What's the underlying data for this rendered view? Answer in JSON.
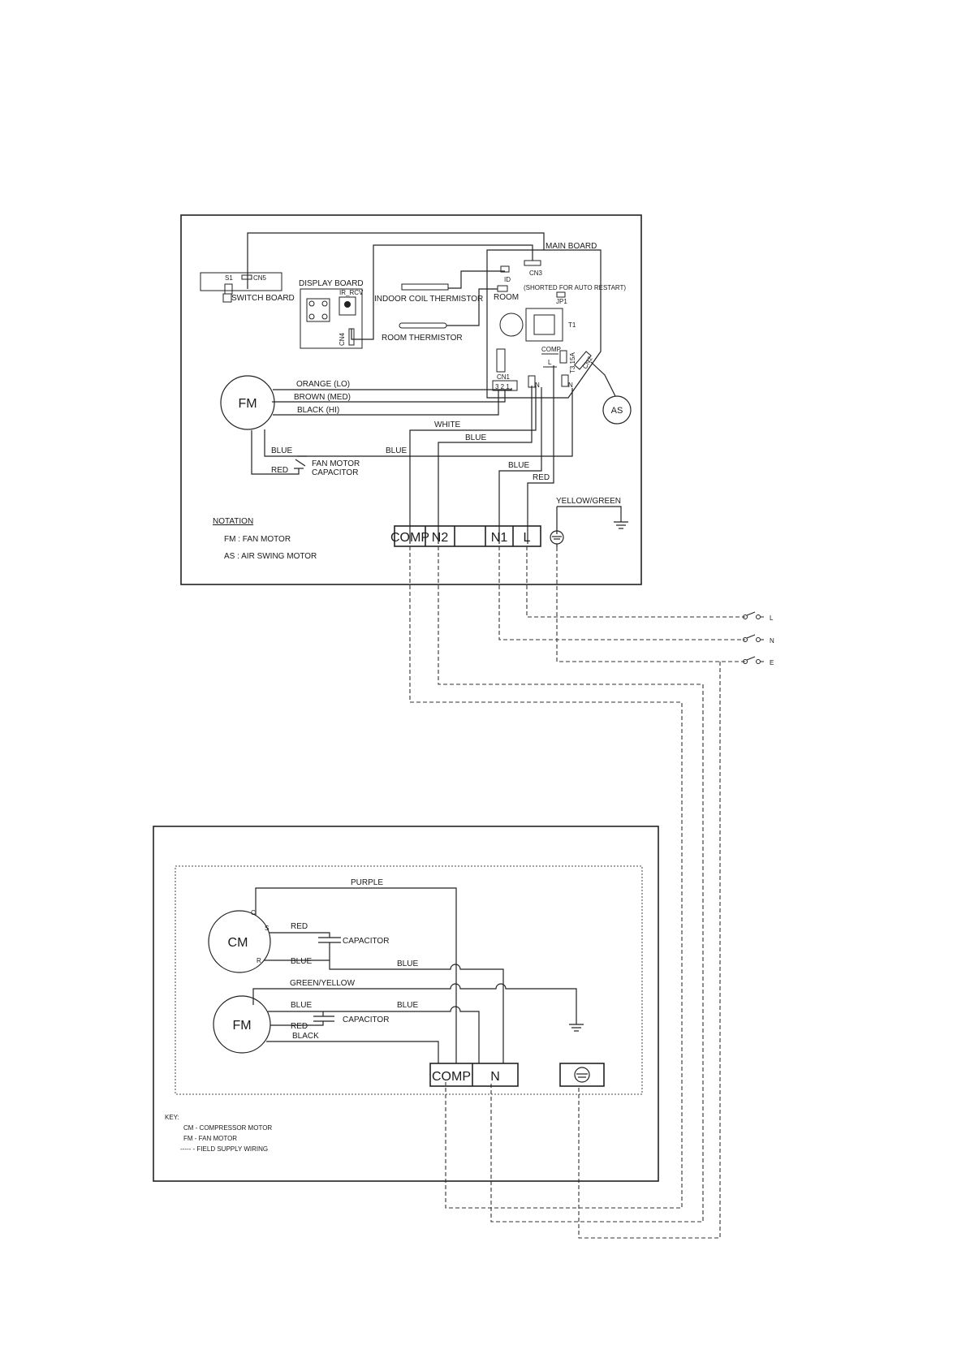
{
  "indoor": {
    "main_board": "MAIN BOARD",
    "cn3": "CN3",
    "id": "ID",
    "shorted_note": "(SHORTED FOR AUTO RESTART)",
    "jp1": "JP1",
    "room": "ROOM",
    "t1": "T1",
    "comp": "COMP",
    "l": "L",
    "fuse": "T3.15A",
    "cn2": "CN2",
    "n": "N",
    "cn1": "CN1",
    "cn1_pins": "3 2 1",
    "s1": "S1",
    "cn5": "CN5",
    "switch_board": "SWITCH BOARD",
    "display_board": "DISPLAY BOARD",
    "ir_rcv": "IR_RCV",
    "cn4": "CN4",
    "indoor_coil_thermistor": "INDOOR COIL THERMISTOR",
    "room_thermistor": "ROOM THERMISTOR",
    "fm": "FM",
    "as": "AS",
    "wire_orange": "ORANGE (LO)",
    "wire_brown": "BROWN (MED)",
    "wire_black": "BLACK (HI)",
    "wire_white": "WHITE",
    "wire_blue": "BLUE",
    "wire_red": "RED",
    "wire_yellow_green": "YELLOW/GREEN",
    "fan_motor_capacitor_1": "FAN MOTOR",
    "fan_motor_capacitor_2": "CAPACITOR",
    "terminals": [
      "COMP",
      "N2",
      "",
      "N1",
      "L"
    ],
    "notation_title": "NOTATION",
    "notation_fm": "FM  :  FAN MOTOR",
    "notation_as": "AS  :  AIR SWING MOTOR"
  },
  "supply": {
    "l": "L",
    "n": "N",
    "e": "E"
  },
  "outdoor": {
    "cm": "CM",
    "fm": "FM",
    "c": "C",
    "s": "S",
    "r": "R",
    "purple": "PURPLE",
    "red": "RED",
    "blue": "BLUE",
    "capacitor": "CAPACITOR",
    "green_yellow": "GREEN/YELLOW",
    "black": "BLACK",
    "terminals": [
      "COMP",
      "N"
    ],
    "key_title": "KEY:",
    "key_cm": "CM  -  COMPRESSOR MOTOR",
    "key_fm": "FM  -  FAN MOTOR",
    "key_field": "-----  -  FIELD SUPPLY WIRING"
  }
}
